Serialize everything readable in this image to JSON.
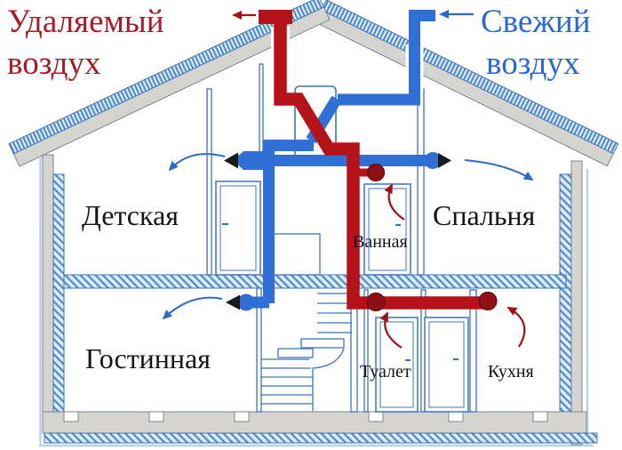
{
  "flows": {
    "exhaust_line1": "Удаляемый",
    "exhaust_line2": "воздух",
    "fresh_line1": "Свежий",
    "fresh_line2": "воздух"
  },
  "rooms": {
    "nursery": "Детская",
    "bedroom": "Спальня",
    "bathroom": "Ванная",
    "living_room": "Гостинная",
    "toilet": "Туалет",
    "kitchen": "Кухня"
  },
  "colors": {
    "exhaust_duct": "#b5121a",
    "exhaust_grille": "#8c1016",
    "exhaust_label": "#a81c28",
    "exhaust_arrow": "#a01218",
    "fresh_duct": "#2f6fd6",
    "fresh_label": "#2a68d4",
    "fresh_arrow": "#2e6bc8",
    "structure_line": "#3f74b8",
    "wall_gray": "#d6d4ce",
    "hatch_blue": "#4a84c6"
  }
}
